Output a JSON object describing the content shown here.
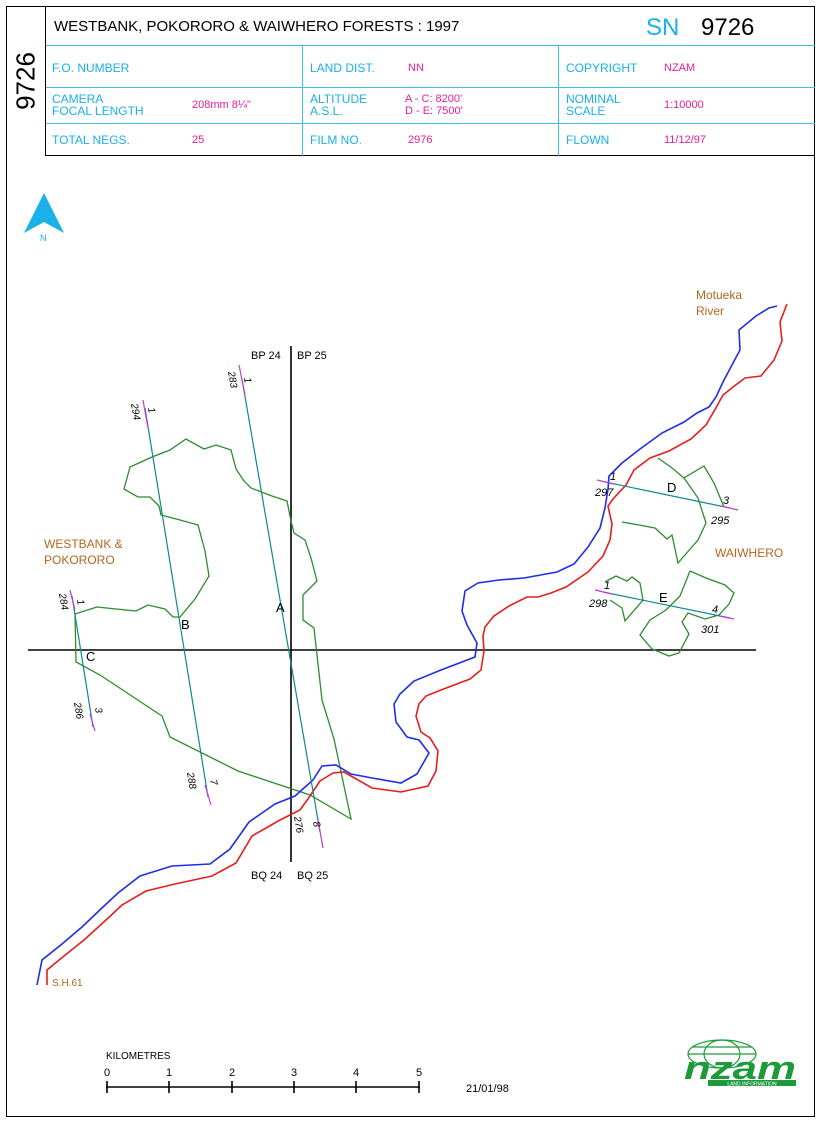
{
  "sheet_id": "9726",
  "header": {
    "title": "WESTBANK, POKORORO & WAIWHERO FORESTS : 1997",
    "sn_label": "SN",
    "sn_value": "9726",
    "fo_number_label": "F.O. NUMBER",
    "fo_number_value": "",
    "land_dist_label": "LAND DIST.",
    "land_dist_value": "NN",
    "copyright_label": "COPYRIGHT",
    "copyright_value": "NZAM",
    "camera_label_1": "CAMERA",
    "camera_label_2": "FOCAL LENGTH",
    "camera_value": "208mm  8¼\"",
    "altitude_label_1": "ALTITUDE",
    "altitude_label_2": "A.S.L.",
    "altitude_value_1": "A - C: 8200'",
    "altitude_value_2": "D - E: 7500'",
    "scale_label_1": "NOMINAL",
    "scale_label_2": "SCALE",
    "scale_value": "1:10000",
    "negs_label": "TOTAL NEGS.",
    "negs_value": "25",
    "film_label": "FILM NO.",
    "film_value": "2976",
    "flown_label": "FLOWN",
    "flown_value": "11/12/97"
  },
  "map": {
    "north_label": "N",
    "places": {
      "westbank_1": "WESTBANK &",
      "westbank_2": "POKORORO",
      "waiwhero": "WAIWHERO",
      "river_1": "Motueka",
      "river_2": "River",
      "highway": "S.H.61"
    },
    "grid_labels": {
      "top_left": "BP 24",
      "top_right": "BP 25",
      "bottom_left": "BQ 24",
      "bottom_right": "BQ 25"
    },
    "runs": [
      {
        "name": "A",
        "start_frame": "1",
        "start_neg": "283",
        "end_frame": "8",
        "end_neg": "276"
      },
      {
        "name": "B",
        "start_frame": "1",
        "start_neg": "294",
        "end_frame": "7",
        "end_neg": "288"
      },
      {
        "name": "C",
        "start_frame": "1",
        "start_neg": "284",
        "end_frame": "3",
        "end_neg": "286"
      },
      {
        "name": "D",
        "start_frame": "1",
        "start_neg": "297",
        "end_frame": "3",
        "end_neg": "295"
      },
      {
        "name": "E",
        "start_frame": "1",
        "start_neg": "298",
        "end_frame": "4",
        "end_neg": "301"
      }
    ],
    "colors": {
      "boundary": "#2e8b2e",
      "river": "#1f2ee6",
      "road": "#e61e1e",
      "flight_line": "#0e8a8a",
      "frame_tick": "#c03cd6",
      "place_label": "#b5651d",
      "header_label": "#1ab0e8",
      "header_value": "#e61e9a",
      "logo": "#1e9a3a"
    }
  },
  "scale_bar": {
    "title": "KILOMETRES",
    "ticks": [
      "0",
      "1",
      "2",
      "3",
      "4",
      "5"
    ]
  },
  "date": "21/01/98",
  "logo": {
    "name": "nzam",
    "tagline": "LAND INFORMATION"
  }
}
